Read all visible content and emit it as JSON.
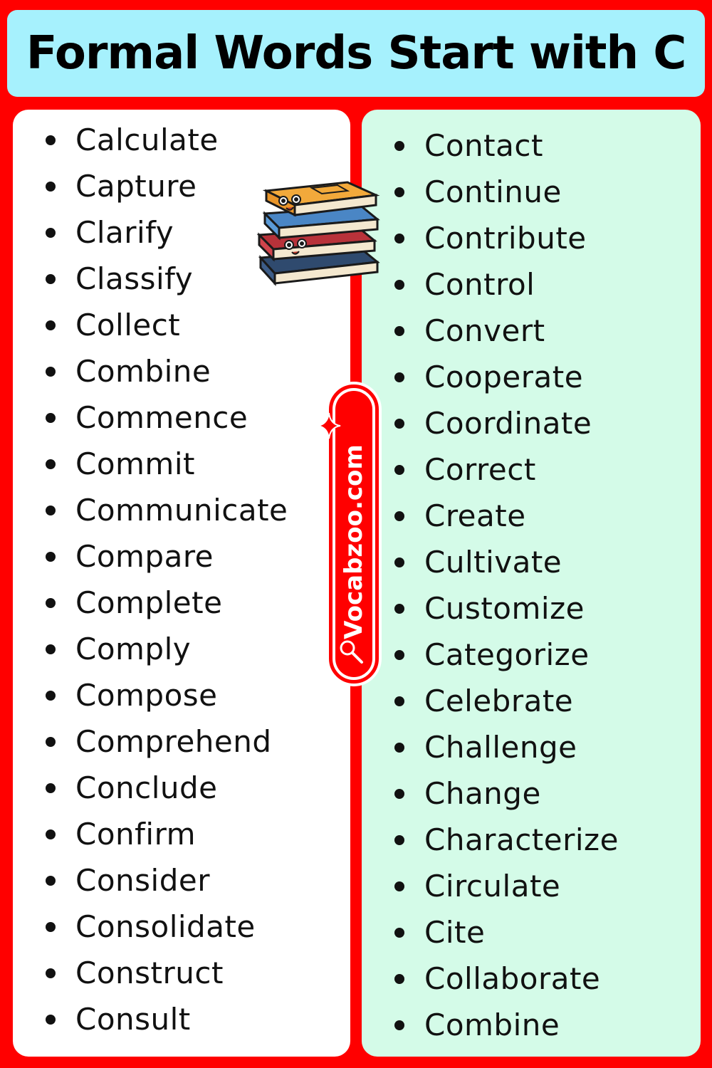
{
  "title": "Formal Words Start with C",
  "left_column": {
    "words": [
      "Calculate",
      "Capture",
      "Clarify",
      "Classify",
      "Collect",
      "Combine",
      "Commence",
      "Commit",
      "Communicate",
      "Compare",
      "Complete",
      "Comply",
      "Compose",
      "Comprehend",
      "Conclude",
      "Confirm",
      "Consider",
      "Consolidate",
      "Construct",
      "Consult"
    ]
  },
  "right_column": {
    "words": [
      "Contact",
      "Continue",
      "Contribute",
      "Control",
      "Convert",
      "Cooperate",
      "Coordinate",
      "Correct",
      "Create",
      "Cultivate",
      "Customize",
      "Categorize",
      "Celebrate",
      "Challenge",
      "Change",
      "Characterize",
      "Circulate",
      "Cite",
      "Collaborate",
      "Combine"
    ]
  },
  "badge": {
    "text": "Vocabzoo.com"
  },
  "icons": {
    "books": "book-stack-icon",
    "sparkle": "sparkle-icon",
    "search": "search-icon"
  },
  "colors": {
    "background": "#ff0000",
    "title_bg": "#a6f1fd",
    "left_panel": "#ffffff",
    "right_panel": "#d4fbe8"
  }
}
